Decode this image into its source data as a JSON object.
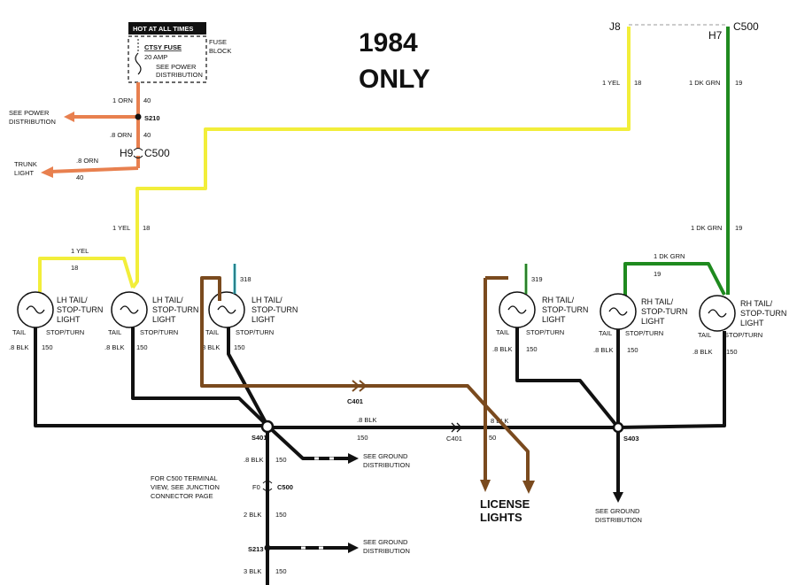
{
  "title": {
    "line1": "1984",
    "line2": "ONLY"
  },
  "fuse": {
    "header": "HOT AT ALL TIMES",
    "block_label": [
      "FUSE",
      "BLOCK"
    ],
    "name": "CTSY FUSE",
    "rating": "20 AMP",
    "note": [
      "SEE POWER",
      "DISTRIBUTION"
    ]
  },
  "splices": {
    "s210": "S210",
    "s401": "S401",
    "s403": "S403",
    "s213": "S213"
  },
  "connectors": {
    "h9": "H9",
    "c500_left": "C500",
    "j8": "J8",
    "h7": "H7",
    "c500_top": "C500",
    "c401_top": "C401",
    "c401_mid": "C401",
    "f0": "F0",
    "c500_bottom": "C500"
  },
  "wires": {
    "orn1": "1 ORN",
    "orn1_num": "40",
    "orn8": ".8 ORN",
    "orn8_num": "40",
    "trunk_orn": ".8 ORN",
    "trunk_num": "40",
    "yel_mid": "1 YEL",
    "yel_mid_num": "18",
    "yel_left": "1 YEL",
    "yel_left_num": "18",
    "yel_right": "1 YEL",
    "yel_right_num": "18",
    "grn_top": "1 DK GRN",
    "grn_top_num": "19",
    "grn_mid": "1 DK GRN",
    "grn_mid_num": "19",
    "grn_lower": "1 DK GRN",
    "grn_lower_num": "19",
    "blk_main": ".8 BLK",
    "blk_main_num": "150",
    "blk_c401": "8 BLK",
    "blk_c401_num": "50",
    "blk_down1": ".8 BLK",
    "blk_down1_num": "150",
    "blk_down2": "2 BLK",
    "blk_down2_num": "150",
    "blk_down3": "3 BLK",
    "blk_down3_num": "150",
    "c318": "318",
    "c319": "319"
  },
  "refs": {
    "power_dist": [
      "SEE POWER",
      "DISTRIBUTION"
    ],
    "trunk": [
      "TRUNK",
      "LIGHT"
    ],
    "ground1": [
      "SEE GROUND",
      "DISTRIBUTION"
    ],
    "ground2": [
      "SEE GROUND",
      "DISTRIBUTION"
    ],
    "ground3": [
      "SEE GROUND",
      "DISTRIBUTION"
    ],
    "c500_note": [
      "FOR C500 TERMINAL",
      "VIEW, SEE JUNCTION",
      "CONNECTOR PAGE"
    ],
    "license": [
      "LICENSE",
      "LIGHTS"
    ]
  },
  "lamps": [
    {
      "name": [
        "LH TAIL/",
        "STOP-TURN",
        "LIGHT"
      ],
      "tail": "TAIL",
      "stop": "STOP/TURN",
      "blk": ".8 BLK",
      "num": "150"
    },
    {
      "name": [
        "LH TAIL/",
        "STOP-TURN",
        "LIGHT"
      ],
      "tail": "TAIL",
      "stop": "STOP/TURN",
      "blk": ".8 BLK",
      "num": "150"
    },
    {
      "name": [
        "LH TAIL/",
        "STOP-TURN",
        "LIGHT"
      ],
      "tail": "TAIL",
      "stop": "STOP/TURN",
      "blk": "8 BLK",
      "num": "150"
    },
    {
      "name": [
        "RH TAIL/",
        "STOP-TURN",
        "LIGHT"
      ],
      "tail": "TAIL",
      "stop": "STOP/TURN",
      "blk": ".8 BLK",
      "num": "150"
    },
    {
      "name": [
        "RH TAIL/",
        "STOP-TURN",
        "LIGHT"
      ],
      "tail": "TAIL",
      "stop": "STOP/TURN",
      "blk": ".8 BLK",
      "num": "150"
    },
    {
      "name": [
        "RH TAIL/",
        "STOP-TURN",
        "LIGHT"
      ],
      "tail": "TAIL",
      "stop": "STOP/TURN",
      "blk": ".8 BLK",
      "num": "150"
    }
  ],
  "colors": {
    "black": "#111111",
    "orange": "#e8804f",
    "yellow": "#f2ee3a",
    "green": "#1f8a1f",
    "brown": "#7a4a1e",
    "cyan": "#3fc9d8",
    "dashed": "#999999"
  }
}
